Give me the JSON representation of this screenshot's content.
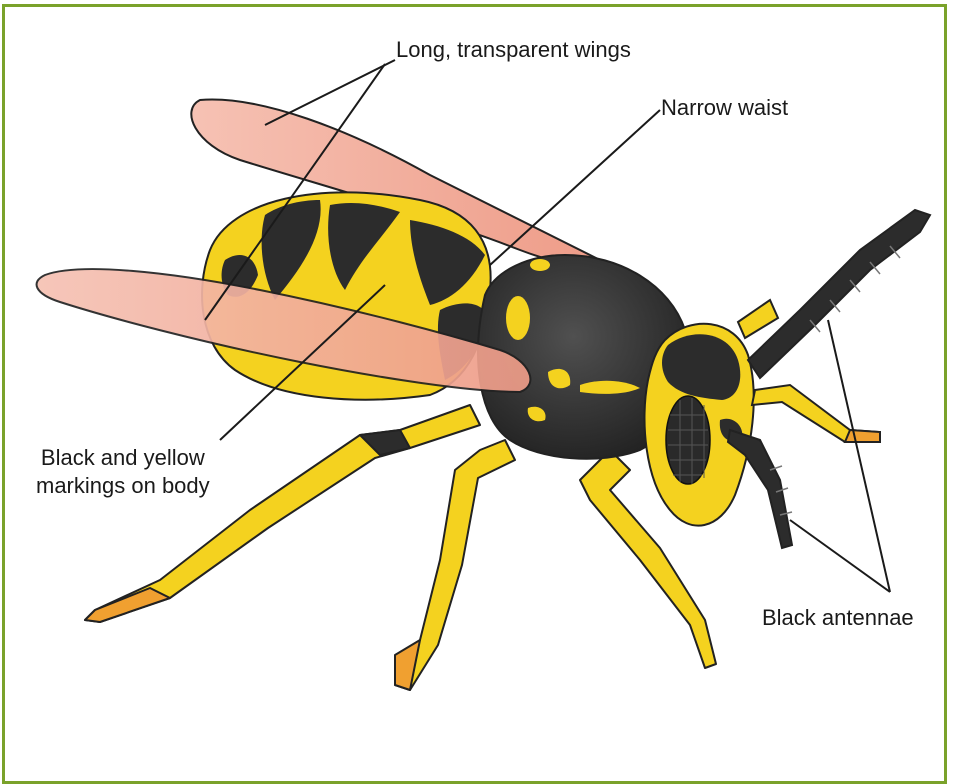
{
  "labels": {
    "wings": "Long, transparent wings",
    "waist": "Narrow waist",
    "markings_line1": "Black and yellow",
    "markings_line2": "markings on body",
    "antennae": "Black antennae"
  },
  "colors": {
    "frame_border": "#7aa22a",
    "wing": "#f2b3a4",
    "body_yellow": "#f4d21f",
    "body_black": "#2c2c2c",
    "leg_orange": "#f0a030",
    "leader_line": "#1a1a1a"
  }
}
